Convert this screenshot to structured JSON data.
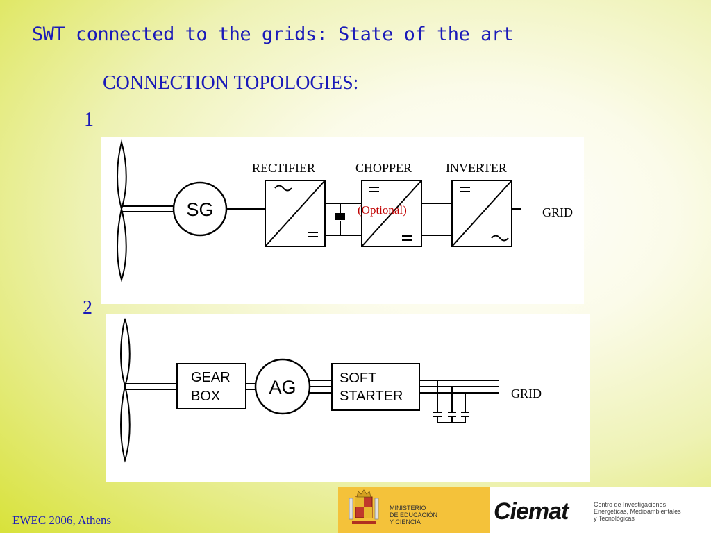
{
  "slide": {
    "title": "SWT connected to the grids: State of the art",
    "subtitle": "CONNECTION TOPOLOGIES:",
    "footer": "EWEC 2006, Athens"
  },
  "diagram1": {
    "number": "1",
    "generator": "SG",
    "rectifier_label": "RECTIFIER",
    "chopper_label": "CHOPPER",
    "inverter_label": "INVERTER",
    "optional_label": "(Optional)",
    "grid_label": "GRID"
  },
  "diagram2": {
    "number": "2",
    "gearbox_line1": "GEAR",
    "gearbox_line2": "BOX",
    "generator": "AG",
    "softstarter_line1": "SOFT",
    "softstarter_line2": "STARTER",
    "grid_label": "GRID"
  },
  "logos": {
    "ministerio_line1": "MINISTERIO",
    "ministerio_line2": "DE EDUCACIÓN",
    "ministerio_line3": "Y CIENCIA",
    "ciemat_name": "Ciemat",
    "ciemat_line1": "Centro de Investigaciones",
    "ciemat_line2": "Energéticas, Medioambientales",
    "ciemat_line3": "y Tecnológicas"
  }
}
